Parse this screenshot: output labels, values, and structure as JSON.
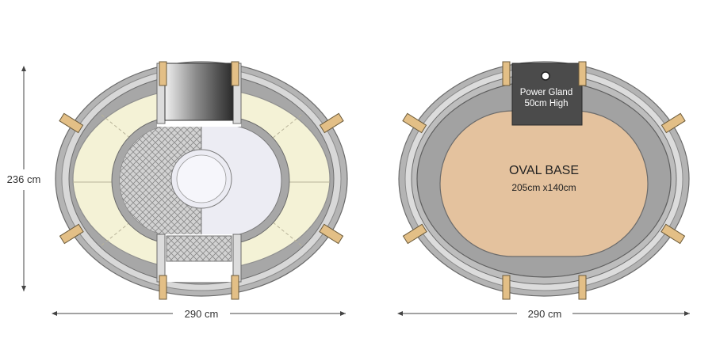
{
  "dimensions": {
    "height_left": "236 cm",
    "width_left": "290 cm",
    "width_right": "290 cm"
  },
  "base": {
    "title": "OVAL BASE",
    "size": "205cm x140cm"
  },
  "power_gland": {
    "line1": "Power Gland",
    "line2": "50cm High"
  },
  "colors": {
    "outer_ring": "#d7d7d7",
    "grey_band": "#a2a2a2",
    "seat": "#f4f2d6",
    "base_fill": "#e4c29e",
    "pillar": "#e3bf86",
    "gland_dark": "#4b4b4b"
  }
}
